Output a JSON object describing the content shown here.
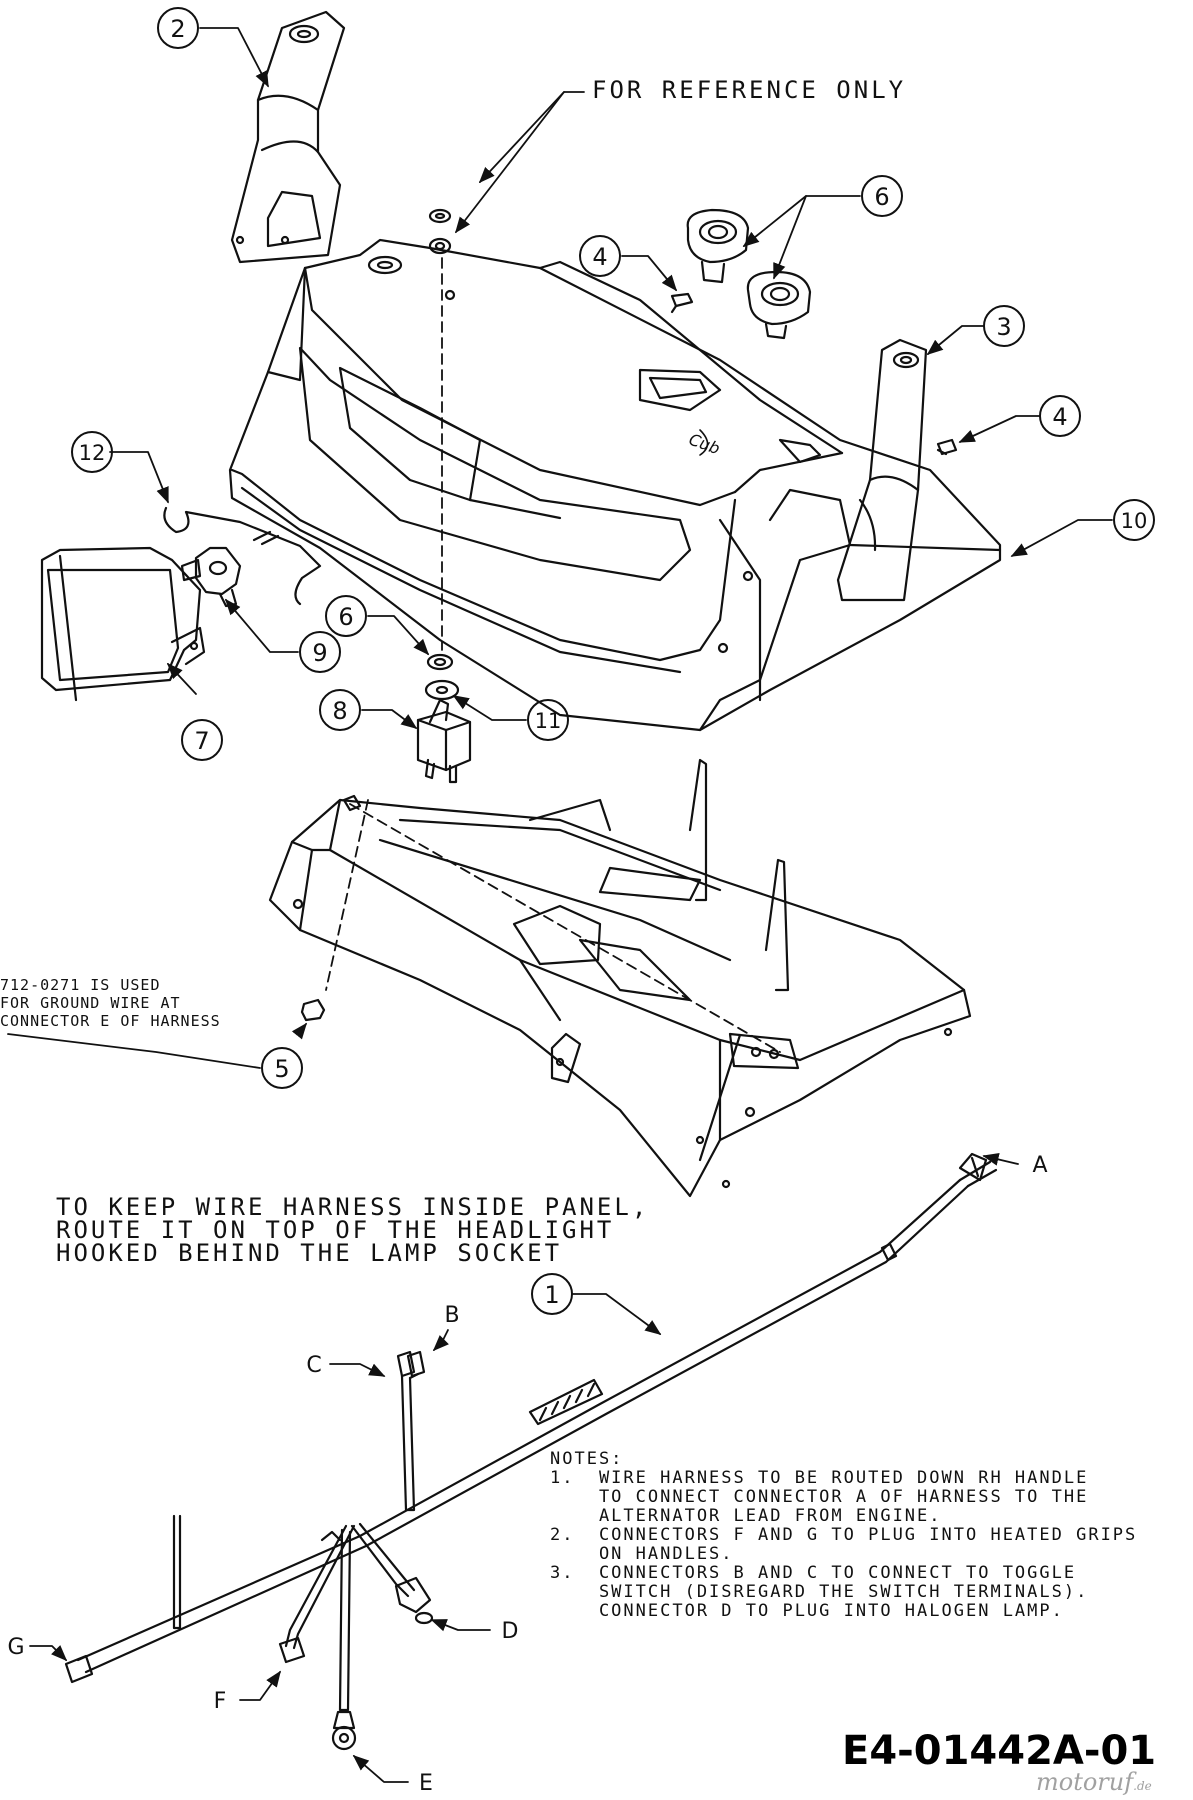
{
  "header_note": "FOR REFERENCE ONLY",
  "callouts": [
    {
      "id": "c2",
      "label": "2"
    },
    {
      "id": "c6top",
      "label": "6"
    },
    {
      "id": "c4a",
      "label": "4"
    },
    {
      "id": "c3",
      "label": "3"
    },
    {
      "id": "c4b",
      "label": "4"
    },
    {
      "id": "c12",
      "label": "12"
    },
    {
      "id": "c10",
      "label": "10"
    },
    {
      "id": "c6b",
      "label": "6"
    },
    {
      "id": "c9",
      "label": "9"
    },
    {
      "id": "c8",
      "label": "8"
    },
    {
      "id": "c11",
      "label": "11"
    },
    {
      "id": "c7",
      "label": "7"
    },
    {
      "id": "c5",
      "label": "5"
    },
    {
      "id": "c1",
      "label": "1"
    }
  ],
  "connectors": [
    {
      "id": "ka",
      "label": "A"
    },
    {
      "id": "kb",
      "label": "B"
    },
    {
      "id": "kc",
      "label": "C"
    },
    {
      "id": "kd",
      "label": "D"
    },
    {
      "id": "kg",
      "label": "G"
    },
    {
      "id": "kf",
      "label": "F"
    },
    {
      "id": "ke",
      "label": "E"
    }
  ],
  "ground_note": [
    "712-0271 IS USED",
    "FOR GROUND WIRE AT",
    "CONNECTOR E OF HARNESS"
  ],
  "routing_note": [
    "TO KEEP WIRE HARNESS INSIDE PANEL,",
    "ROUTE IT ON TOP OF THE HEADLIGHT",
    "HOOKED BEHIND THE LAMP SOCKET"
  ],
  "notes": {
    "heading": "NOTES:",
    "lines": [
      "1.  WIRE HARNESS TO BE ROUTED DOWN RH HANDLE",
      "    TO CONNECT CONNECTOR A OF HARNESS TO THE",
      "    ALTERNATOR LEAD FROM ENGINE.",
      "2.  CONNECTORS F AND G TO PLUG INTO HEATED GRIPS",
      "    ON HANDLES.",
      "3.  CONNECTORS B AND C TO CONNECT TO TOGGLE",
      "    SWITCH (DISREGARD THE SWITCH TERMINALS).",
      "    CONNECTOR D TO PLUG INTO HALOGEN LAMP."
    ]
  },
  "doc_id": "E4-01442A-01",
  "watermark": {
    "main": "motoruf",
    "suffix": ".de"
  }
}
